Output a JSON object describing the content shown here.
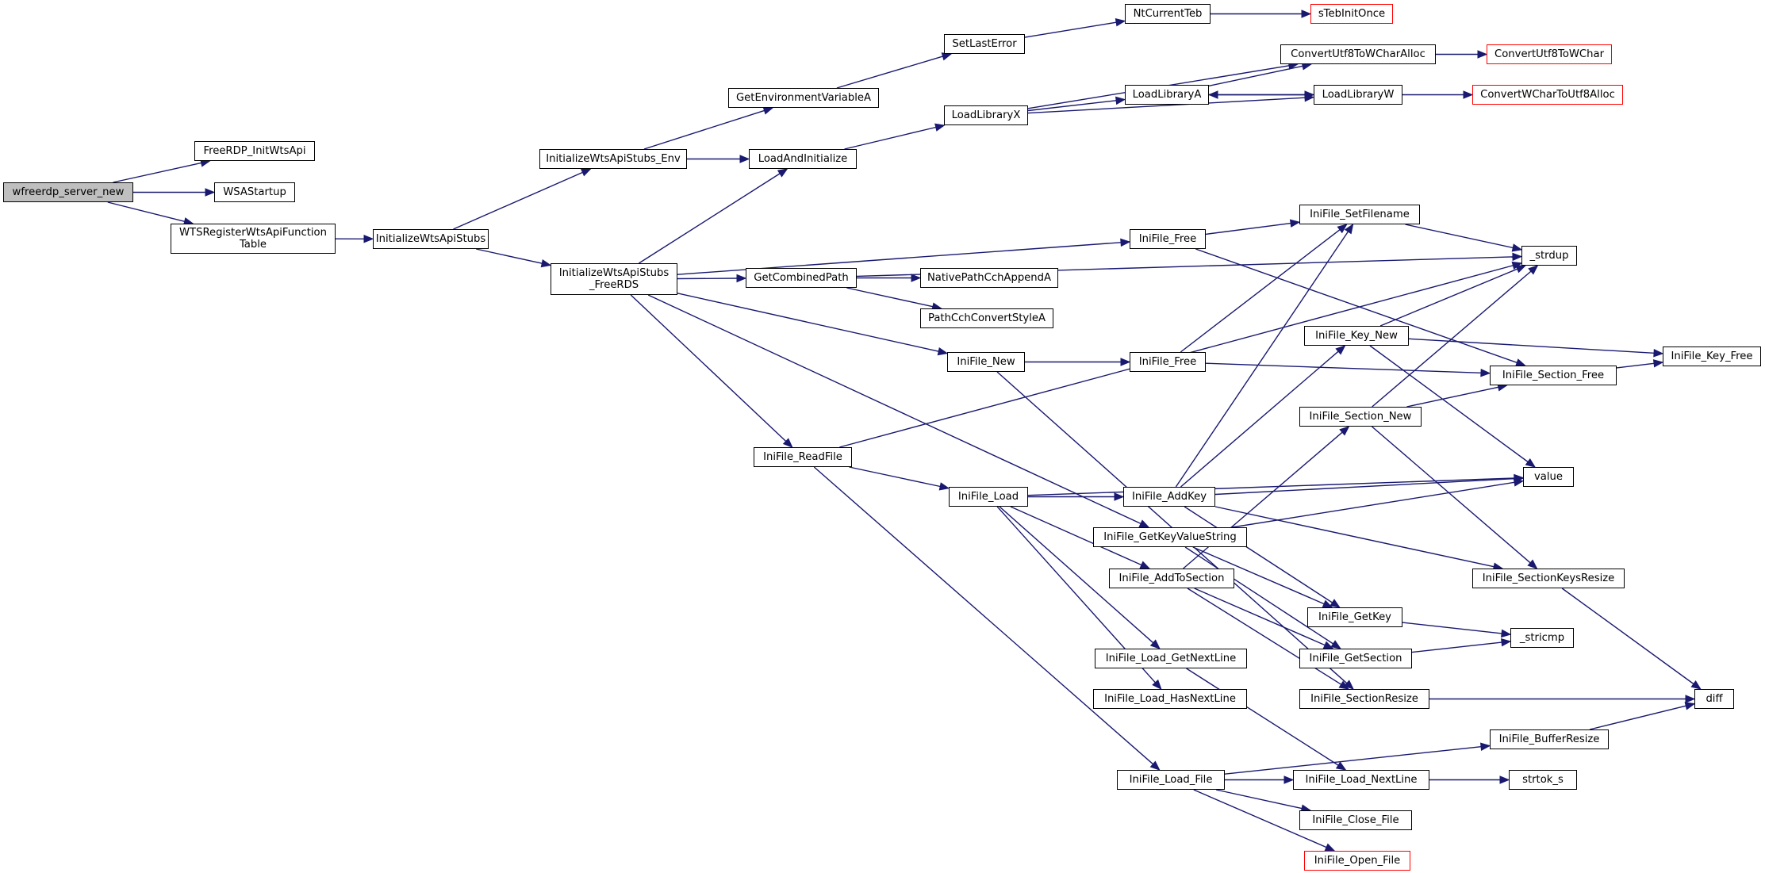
{
  "graph": {
    "title": "",
    "colors": {
      "edge": "#191970",
      "root_fill": "#bfbfbf",
      "truncated_border": "#ff0000",
      "node_border": "#000000"
    },
    "nodes": [
      {
        "id": "wfreerdp_server_new",
        "label": "wfreerdp_server_new",
        "root": true
      },
      {
        "id": "FreeRDP_InitWtsApi",
        "label": "FreeRDP_InitWtsApi"
      },
      {
        "id": "WSAStartup",
        "label": "WSAStartup"
      },
      {
        "id": "WTSRegisterWtsApiFunctionTable",
        "label": "WTSRegisterWtsApiFunction\nTable"
      },
      {
        "id": "InitializeWtsApiStubs",
        "label": "InitializeWtsApiStubs"
      },
      {
        "id": "InitializeWtsApiStubs_Env",
        "label": "InitializeWtsApiStubs_Env"
      },
      {
        "id": "InitializeWtsApiStubs_FreeRDS",
        "label": "InitializeWtsApiStubs\n_FreeRDS"
      },
      {
        "id": "GetEnvironmentVariableA",
        "label": "GetEnvironmentVariableA"
      },
      {
        "id": "LoadAndInitialize",
        "label": "LoadAndInitialize"
      },
      {
        "id": "SetLastError",
        "label": "SetLastError"
      },
      {
        "id": "NtCurrentTeb",
        "label": "NtCurrentTeb"
      },
      {
        "id": "sTebInitOnce",
        "label": "sTebInitOnce",
        "truncated": true
      },
      {
        "id": "LoadLibraryX",
        "label": "LoadLibraryX"
      },
      {
        "id": "ConvertUtf8ToWCharAlloc",
        "label": "ConvertUtf8ToWCharAlloc"
      },
      {
        "id": "ConvertUtf8ToWChar",
        "label": "ConvertUtf8ToWChar",
        "truncated": true
      },
      {
        "id": "LoadLibraryA",
        "label": "LoadLibraryA"
      },
      {
        "id": "LoadLibraryW",
        "label": "LoadLibraryW"
      },
      {
        "id": "ConvertWCharToUtf8Alloc",
        "label": "ConvertWCharToUtf8Alloc",
        "truncated": true
      },
      {
        "id": "IniFile_SetFilename",
        "label": "IniFile_SetFilename"
      },
      {
        "id": "IniFile_Free_1",
        "label": "IniFile_Free"
      },
      {
        "id": "_strdup",
        "label": "_strdup"
      },
      {
        "id": "GetCombinedPath",
        "label": "GetCombinedPath"
      },
      {
        "id": "NativePathCchAppendA",
        "label": "NativePathCchAppendA"
      },
      {
        "id": "PathCchConvertStyleA",
        "label": "PathCchConvertStyleA"
      },
      {
        "id": "IniFile_Key_New",
        "label": "IniFile_Key_New"
      },
      {
        "id": "IniFile_Key_Free",
        "label": "IniFile_Key_Free"
      },
      {
        "id": "IniFile_New",
        "label": "IniFile_New"
      },
      {
        "id": "IniFile_Free_2",
        "label": "IniFile_Free"
      },
      {
        "id": "IniFile_Section_Free",
        "label": "IniFile_Section_Free"
      },
      {
        "id": "IniFile_Section_New",
        "label": "IniFile_Section_New"
      },
      {
        "id": "IniFile_ReadFile",
        "label": "IniFile_ReadFile"
      },
      {
        "id": "value",
        "label": "value"
      },
      {
        "id": "IniFile_Load",
        "label": "IniFile_Load"
      },
      {
        "id": "IniFile_AddKey",
        "label": "IniFile_AddKey"
      },
      {
        "id": "IniFile_GetKeyValueString",
        "label": "IniFile_GetKeyValueString"
      },
      {
        "id": "IniFile_AddToSection",
        "label": "IniFile_AddToSection"
      },
      {
        "id": "IniFile_SectionKeysResize",
        "label": "IniFile_SectionKeysResize"
      },
      {
        "id": "IniFile_GetKey",
        "label": "IniFile_GetKey"
      },
      {
        "id": "_stricmp",
        "label": "_stricmp"
      },
      {
        "id": "IniFile_Load_GetNextLine",
        "label": "IniFile_Load_GetNextLine"
      },
      {
        "id": "IniFile_GetSection",
        "label": "IniFile_GetSection"
      },
      {
        "id": "IniFile_Load_HasNextLine",
        "label": "IniFile_Load_HasNextLine"
      },
      {
        "id": "IniFile_SectionResize",
        "label": "IniFile_SectionResize"
      },
      {
        "id": "diff",
        "label": "diff"
      },
      {
        "id": "IniFile_BufferResize",
        "label": "IniFile_BufferResize"
      },
      {
        "id": "IniFile_Load_File",
        "label": "IniFile_Load_File"
      },
      {
        "id": "IniFile_Load_NextLine",
        "label": "IniFile_Load_NextLine"
      },
      {
        "id": "strtok_s",
        "label": "strtok_s"
      },
      {
        "id": "IniFile_Close_File",
        "label": "IniFile_Close_File"
      },
      {
        "id": "IniFile_Open_File",
        "label": "IniFile_Open_File",
        "truncated": true
      }
    ],
    "edges": [
      [
        "wfreerdp_server_new",
        "FreeRDP_InitWtsApi"
      ],
      [
        "wfreerdp_server_new",
        "WSAStartup"
      ],
      [
        "wfreerdp_server_new",
        "WTSRegisterWtsApiFunctionTable"
      ],
      [
        "WTSRegisterWtsApiFunctionTable",
        "InitializeWtsApiStubs"
      ],
      [
        "InitializeWtsApiStubs",
        "InitializeWtsApiStubs_Env"
      ],
      [
        "InitializeWtsApiStubs",
        "InitializeWtsApiStubs_FreeRDS"
      ],
      [
        "InitializeWtsApiStubs_Env",
        "GetEnvironmentVariableA"
      ],
      [
        "InitializeWtsApiStubs_Env",
        "LoadAndInitialize"
      ],
      [
        "GetEnvironmentVariableA",
        "SetLastError"
      ],
      [
        "SetLastError",
        "NtCurrentTeb"
      ],
      [
        "NtCurrentTeb",
        "sTebInitOnce"
      ],
      [
        "LoadAndInitialize",
        "LoadLibraryX"
      ],
      [
        "LoadLibraryX",
        "ConvertUtf8ToWCharAlloc"
      ],
      [
        "LoadLibraryX",
        "LoadLibraryA"
      ],
      [
        "LoadLibraryX",
        "LoadLibraryW"
      ],
      [
        "ConvertUtf8ToWCharAlloc",
        "ConvertUtf8ToWChar"
      ],
      [
        "LoadLibraryA",
        "ConvertUtf8ToWCharAlloc"
      ],
      [
        "LoadLibraryA",
        "LoadLibraryW"
      ],
      [
        "LoadLibraryW",
        "LoadLibraryA"
      ],
      [
        "LoadLibraryW",
        "ConvertWCharToUtf8Alloc"
      ],
      [
        "InitializeWtsApiStubs_FreeRDS",
        "LoadAndInitialize"
      ],
      [
        "InitializeWtsApiStubs_FreeRDS",
        "IniFile_Free_1"
      ],
      [
        "InitializeWtsApiStubs_FreeRDS",
        "GetCombinedPath"
      ],
      [
        "InitializeWtsApiStubs_FreeRDS",
        "IniFile_New"
      ],
      [
        "InitializeWtsApiStubs_FreeRDS",
        "IniFile_ReadFile"
      ],
      [
        "InitializeWtsApiStubs_FreeRDS",
        "IniFile_GetKeyValueString"
      ],
      [
        "GetCombinedPath",
        "_strdup"
      ],
      [
        "GetCombinedPath",
        "NativePathCchAppendA"
      ],
      [
        "GetCombinedPath",
        "PathCchConvertStyleA"
      ],
      [
        "IniFile_Free_1",
        "IniFile_SetFilename"
      ],
      [
        "IniFile_Free_1",
        "IniFile_Section_Free"
      ],
      [
        "IniFile_SetFilename",
        "_strdup"
      ],
      [
        "IniFile_New",
        "IniFile_Free_2"
      ],
      [
        "IniFile_New",
        "IniFile_SectionResize"
      ],
      [
        "IniFile_Free_2",
        "IniFile_SetFilename"
      ],
      [
        "IniFile_Free_2",
        "IniFile_Section_Free"
      ],
      [
        "IniFile_Key_New",
        "_strdup"
      ],
      [
        "IniFile_Key_New",
        "IniFile_Key_Free"
      ],
      [
        "IniFile_Key_New",
        "value"
      ],
      [
        "IniFile_Section_Free",
        "IniFile_Key_Free"
      ],
      [
        "IniFile_Section_New",
        "_strdup"
      ],
      [
        "IniFile_Section_New",
        "IniFile_Section_Free"
      ],
      [
        "IniFile_Section_New",
        "IniFile_SectionKeysResize"
      ],
      [
        "IniFile_ReadFile",
        "_strdup"
      ],
      [
        "IniFile_ReadFile",
        "IniFile_Load"
      ],
      [
        "IniFile_ReadFile",
        "IniFile_Load_File"
      ],
      [
        "IniFile_Load",
        "value"
      ],
      [
        "IniFile_Load",
        "IniFile_AddKey"
      ],
      [
        "IniFile_Load",
        "IniFile_AddToSection"
      ],
      [
        "IniFile_Load",
        "IniFile_Load_GetNextLine"
      ],
      [
        "IniFile_Load",
        "IniFile_Load_HasNextLine"
      ],
      [
        "IniFile_AddKey",
        "IniFile_SetFilename"
      ],
      [
        "IniFile_AddKey",
        "IniFile_Key_New"
      ],
      [
        "IniFile_AddKey",
        "value"
      ],
      [
        "IniFile_AddKey",
        "IniFile_SectionKeysResize"
      ],
      [
        "IniFile_AddKey",
        "IniFile_GetKey"
      ],
      [
        "IniFile_GetKeyValueString",
        "value"
      ],
      [
        "IniFile_GetKeyValueString",
        "IniFile_GetKey"
      ],
      [
        "IniFile_GetKeyValueString",
        "IniFile_GetSection"
      ],
      [
        "IniFile_AddToSection",
        "IniFile_Section_New"
      ],
      [
        "IniFile_AddToSection",
        "IniFile_GetSection"
      ],
      [
        "IniFile_AddToSection",
        "IniFile_SectionResize"
      ],
      [
        "IniFile_GetKey",
        "_stricmp"
      ],
      [
        "IniFile_GetSection",
        "_stricmp"
      ],
      [
        "IniFile_SectionKeysResize",
        "diff"
      ],
      [
        "IniFile_SectionResize",
        "diff"
      ],
      [
        "IniFile_Load_GetNextLine",
        "IniFile_Load_NextLine"
      ],
      [
        "IniFile_Load_File",
        "IniFile_BufferResize"
      ],
      [
        "IniFile_Load_File",
        "IniFile_Load_NextLine"
      ],
      [
        "IniFile_Load_File",
        "IniFile_Close_File"
      ],
      [
        "IniFile_Load_File",
        "IniFile_Open_File"
      ],
      [
        "IniFile_BufferResize",
        "diff"
      ],
      [
        "IniFile_Load_NextLine",
        "strtok_s"
      ]
    ]
  }
}
